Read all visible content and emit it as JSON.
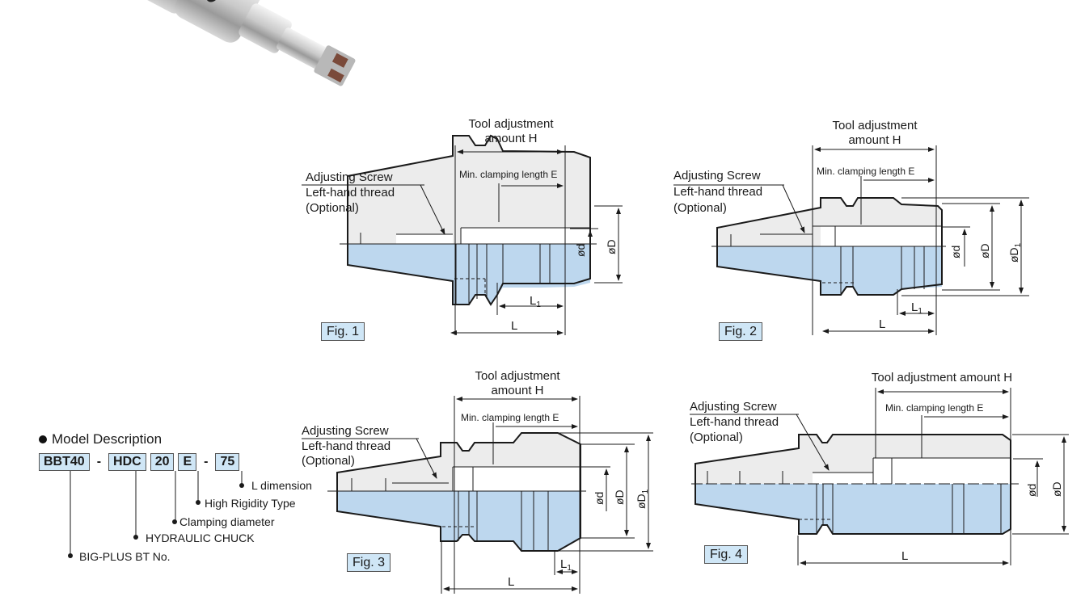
{
  "model_description": {
    "title": "Model Description",
    "codes": [
      "BBT40",
      "HDC",
      "20",
      "E",
      "75"
    ],
    "separators": [
      "-",
      "-"
    ],
    "annotations": {
      "l_dimension": "L dimension",
      "high_rigidity": "High Rigidity Type",
      "clamping_diameter": "Clamping diameter",
      "hydraulic_chuck": "HYDRAULIC CHUCK",
      "bigplus_bt": "BIG-PLUS BT No."
    }
  },
  "labels": {
    "tool_adj_line1": "Tool adjustment",
    "tool_adj_line2": "amount H",
    "tool_adj_full": "Tool adjustment amount H",
    "min_clamp": "Min. clamping length E",
    "adj_screw": "Adjusting Screw",
    "left_hand": "Left-hand thread",
    "optional": "(Optional)",
    "od": "ød",
    "oD": "øD",
    "oD1": "øD",
    "sub1": "1",
    "L": "L",
    "L1": "L"
  },
  "figures": [
    {
      "label": "Fig. 1"
    },
    {
      "label": "Fig. 2"
    },
    {
      "label": "Fig. 3"
    },
    {
      "label": "Fig. 4"
    }
  ],
  "colors": {
    "body_gray": "#ececec",
    "body_blue": "#bdd7ee",
    "label_bg": "#cfe6f6",
    "line": "#1a1a1a"
  }
}
